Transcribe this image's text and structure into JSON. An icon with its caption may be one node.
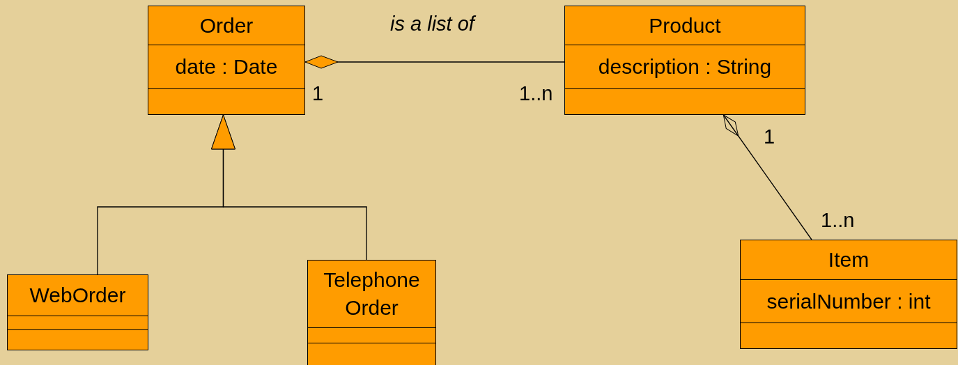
{
  "diagram": {
    "nodes": [
      {
        "text": [
          "Order",
          "date : Date"
        ]
      },
      {
        "text": [
          "Product",
          "description : String"
        ]
      },
      {
        "text": [
          "WebOrder"
        ]
      },
      {
        "text": [
          "Telephone Order"
        ]
      },
      {
        "text": [
          "Item",
          "serialNumber : int"
        ]
      }
    ],
    "edges": [
      {
        "from": 2,
        "to": 0,
        "arrow": "to"
      },
      {
        "from": 3,
        "to": 0,
        "arrow": "to"
      },
      {
        "from": 0,
        "to": 1,
        "arrow": "other",
        "label": "is a list of"
      },
      {
        "from": 1,
        "to": 4,
        "arrow": "other"
      }
    ],
    "labels": [
      "1",
      "1..n",
      "1",
      "1..n"
    ]
  }
}
